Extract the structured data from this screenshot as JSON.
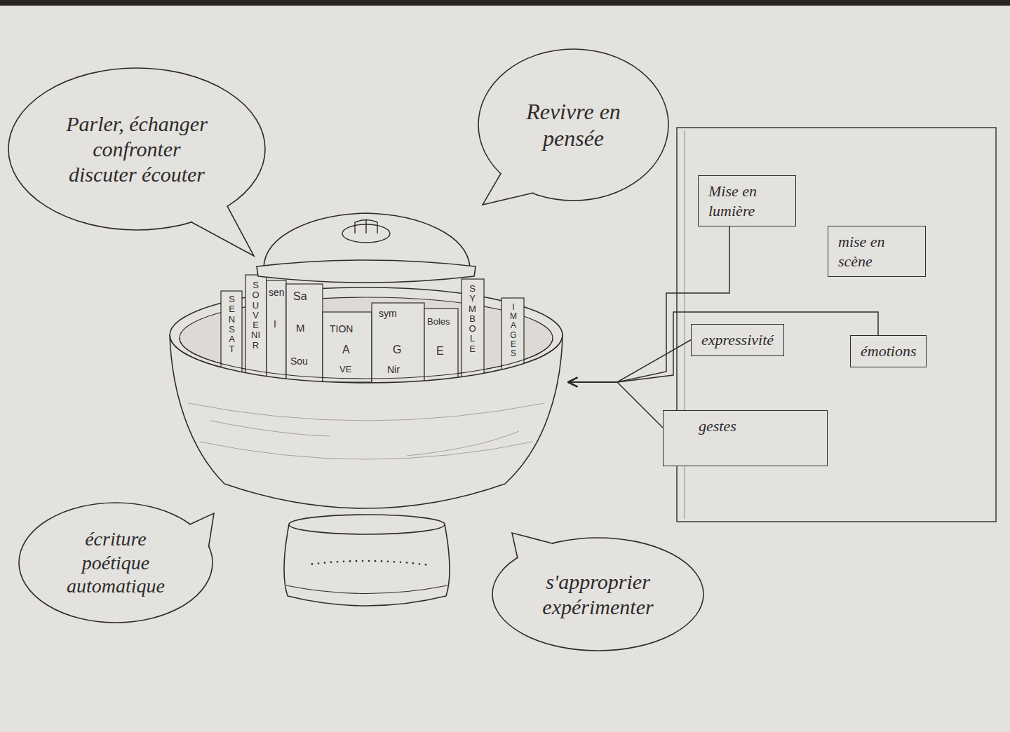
{
  "diagram": {
    "nodes": [
      {
        "text": [
          "Parler, échanger confronter discuter écouter"
        ]
      },
      {
        "text": [
          "Revivre en pensée"
        ]
      },
      {
        "text": [
          "Mise en lumière"
        ]
      },
      {
        "text": [
          "mise en scène"
        ]
      },
      {
        "text": [
          "SENSAT",
          "SOUVENIR",
          "sen",
          "I",
          "Sa",
          "M",
          "Sou",
          "TION",
          "A",
          "VE",
          "sym",
          "G",
          "Nir",
          "Boles",
          "E",
          "SYMBOLE",
          "IMAGES"
        ]
      },
      {
        "text": [
          "expressivité"
        ]
      },
      {
        "text": [
          "émotions"
        ]
      },
      {
        "text": [
          "gestes"
        ]
      },
      {
        "text": [
          "écriture poétique automatique"
        ]
      },
      {
        "text": [
          "s'approprier expérimenter"
        ]
      }
    ],
    "edges": [
      {
        "from": 2,
        "to": 4,
        "arrow": "to"
      },
      {
        "from": 5,
        "to": 4,
        "arrow": "to"
      },
      {
        "from": 6,
        "to": 4,
        "arrow": "to"
      },
      {
        "from": 7,
        "to": 4,
        "arrow": "to"
      }
    ]
  }
}
